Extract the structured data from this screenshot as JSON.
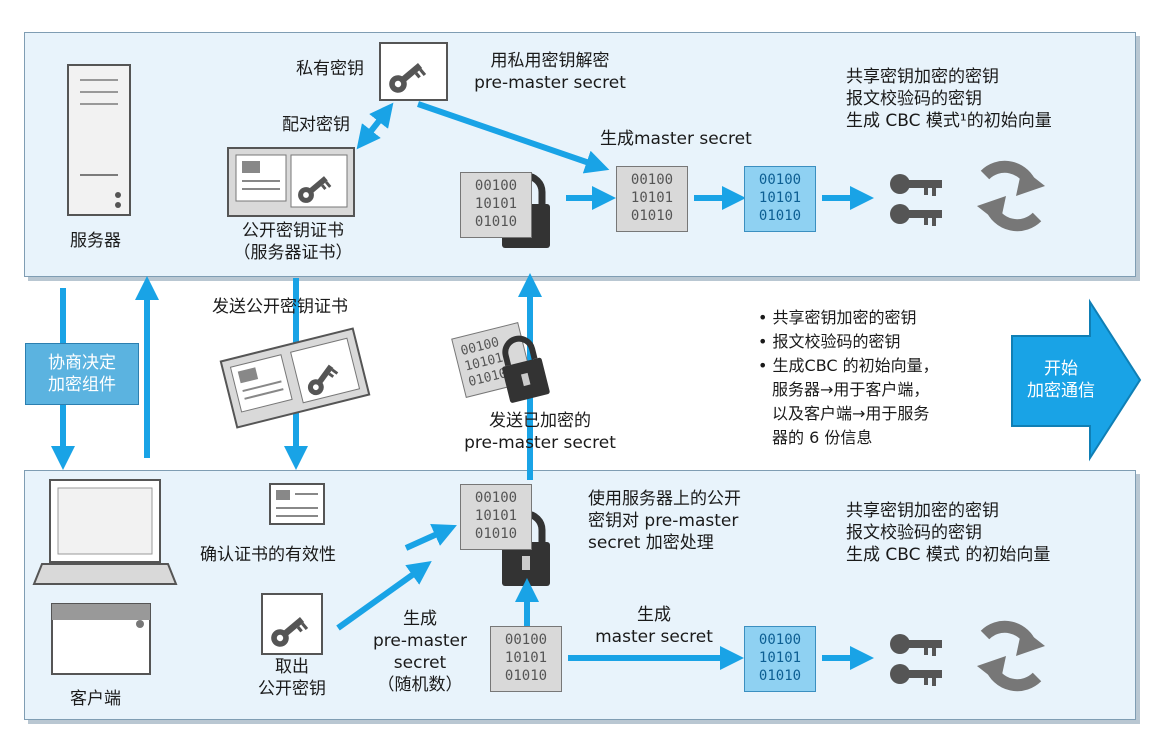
{
  "server": {
    "label": "服务器",
    "private_key": "私有密钥",
    "key_pair": "配对密钥",
    "certificate_line1": "公开密钥证书",
    "certificate_line2": "（服务器证书）",
    "decrypt_line1": "用私用密钥解密",
    "decrypt_line2": "pre-master secret",
    "generate_master": "生成master secret",
    "keys_line1": "共享密钥加密的密钥",
    "keys_line2": "报文校验码的密钥",
    "keys_line3": "生成 CBC 模式¹的初始向量"
  },
  "middle": {
    "negotiate_line1": "协商决定",
    "negotiate_line2": "加密组件",
    "send_certificate": "发送公开密钥证书",
    "send_encrypted_line1": "发送已加密的",
    "send_encrypted_line2": "pre-master secret",
    "bullets": [
      "• 共享密钥加密的密钥",
      "• 报文校验码的密钥",
      "• 生成CBC 的初始向量，",
      "  服务器→用于客户端，",
      "  以及客户端→用于服务",
      "  器的 6 份信息"
    ],
    "start_line1": "开始",
    "start_line2": "加密通信"
  },
  "client": {
    "label": "客户端",
    "verify_certificate": "确认证书的有效性",
    "extract_line1": "取出",
    "extract_line2": "公开密钥",
    "generate_pm_line1": "生成",
    "generate_pm_line2": "pre-master",
    "generate_pm_line3": "secret",
    "generate_pm_line4": "（随机数）",
    "encrypt_line1": "使用服务器上的公开",
    "encrypt_line2": "密钥对 pre-master",
    "encrypt_line3": "secret 加密处理",
    "generate_ms_line1": "生成",
    "generate_ms_line2": "master secret",
    "keys_line1": "共享密钥加密的密钥",
    "keys_line2": "报文校验码的密钥",
    "keys_line3": "生成 CBC 模式 的初始向量"
  },
  "binary_rows": [
    "00100",
    "10101",
    "01010"
  ],
  "colors": {
    "arrow": "#19a3e6",
    "panel": "#e8f3fb",
    "blue_box": "#8fd1f2",
    "gray_box": "#d9d9d9"
  }
}
